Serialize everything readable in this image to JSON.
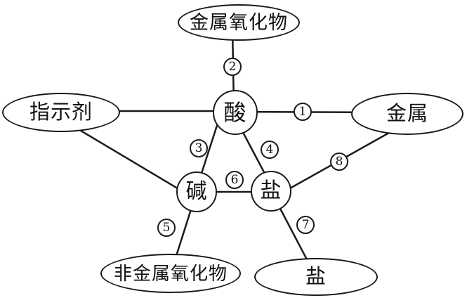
{
  "diagram": {
    "title": "acid-base-salt-relationship-map",
    "colors": {
      "stroke": "#1a1a1a",
      "background": "#ffffff",
      "text": "#111111"
    },
    "nodes": [
      {
        "id": "metal-oxide",
        "label": "金属氧化物",
        "shape": "ellipse"
      },
      {
        "id": "indicator",
        "label": "指示剂",
        "shape": "ellipse"
      },
      {
        "id": "acid",
        "label": "酸",
        "shape": "circle"
      },
      {
        "id": "metal",
        "label": "金属",
        "shape": "ellipse"
      },
      {
        "id": "base",
        "label": "碱",
        "shape": "circle"
      },
      {
        "id": "salt",
        "label": "盐",
        "shape": "circle"
      },
      {
        "id": "nonmetal-oxide",
        "label": "非金属氧化物",
        "shape": "ellipse"
      },
      {
        "id": "salt-product",
        "label": "盐",
        "shape": "ellipse"
      }
    ],
    "edges": [
      {
        "number": "1",
        "from": "acid",
        "to": "metal"
      },
      {
        "number": "2",
        "from": "metal-oxide",
        "to": "acid"
      },
      {
        "number": "3",
        "from": "acid",
        "to": "base"
      },
      {
        "number": "4",
        "from": "acid",
        "to": "salt"
      },
      {
        "number": "5",
        "from": "base",
        "to": "nonmetal-oxide"
      },
      {
        "number": "6",
        "from": "base",
        "to": "salt"
      },
      {
        "number": "7",
        "from": "salt",
        "to": "salt-product"
      },
      {
        "number": "8",
        "from": "salt",
        "to": "metal"
      },
      {
        "number": "",
        "from": "indicator",
        "to": "acid"
      },
      {
        "number": "",
        "from": "indicator",
        "to": "base"
      }
    ]
  }
}
